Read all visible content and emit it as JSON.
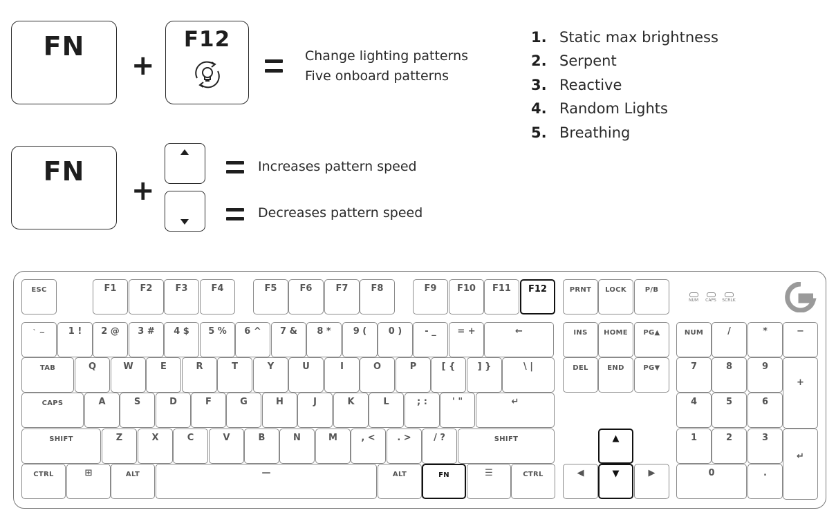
{
  "combo1": {
    "fn_label": "FN",
    "f12_label": "F12",
    "plus": "+",
    "icon": "bulb-cycle-icon",
    "desc_line1": "Change lighting patterns",
    "desc_line2": "Five onboard patterns"
  },
  "combo2": {
    "fn_label": "FN",
    "plus": "+",
    "up_desc": "Increases pattern speed",
    "down_desc": "Decreases pattern speed",
    "up_icon": "arrow-up-icon",
    "down_icon": "arrow-down-icon"
  },
  "patterns": [
    {
      "num": "1.",
      "label": "Static max brightness"
    },
    {
      "num": "2.",
      "label": "Serpent"
    },
    {
      "num": "3.",
      "label": "Reactive"
    },
    {
      "num": "4.",
      "label": "Random Lights"
    },
    {
      "num": "5.",
      "label": "Breathing"
    }
  ],
  "keyboard": {
    "logo": "logitech-g-logo",
    "highlight_color": "#111111",
    "indicators": [
      "NUM",
      "CAPS",
      "SCRLK"
    ],
    "keys": {
      "esc": "ESC",
      "f1": "F1",
      "f2": "F2",
      "f3": "F3",
      "f4": "F4",
      "f5": "F5",
      "f6": "F6",
      "f7": "F7",
      "f8": "F8",
      "f9": "F9",
      "f10": "F10",
      "f11": "F11",
      "f12": "F12",
      "prnt": "PRNT",
      "lock": "LOCK",
      "pb": "P/B",
      "tilde": "` ~",
      "n1": "1 !",
      "n2": "2 @",
      "n3": "3 #",
      "n4": "4 $",
      "n5": "5 %",
      "n6": "6 ^",
      "n7": "7 &",
      "n8": "8 *",
      "n9": "9 (",
      "n0": "0 )",
      "minus": "- _",
      "equal": "= +",
      "backspace": "←",
      "ins": "INS",
      "home": "HOME",
      "pgup": "PG▲",
      "numlock": "NUM",
      "kp_slash": "/",
      "kp_star": "*",
      "kp_minus": "−",
      "tab": "TAB",
      "q": "Q",
      "w": "W",
      "e": "E",
      "r": "R",
      "t": "T",
      "y": "Y",
      "u": "U",
      "i": "I",
      "o": "O",
      "p": "P",
      "lbracket": "[ {",
      "rbracket": "] }",
      "backslash": "\\ |",
      "del": "DEL",
      "end": "END",
      "pgdn": "PG▼",
      "kp7": "7",
      "kp8": "8",
      "kp9": "9",
      "kp_plus": "+",
      "caps": "CAPS",
      "a": "A",
      "s": "S",
      "d": "D",
      "f": "F",
      "g": "G",
      "h": "H",
      "j": "J",
      "k": "K",
      "l": "L",
      "semicolon": "; :",
      "quote": "' \"",
      "enter": "↵",
      "kp4": "4",
      "kp5": "5",
      "kp6": "6",
      "lshift": "SHIFT",
      "z": "Z",
      "x": "X",
      "c": "C",
      "v": "V",
      "b": "B",
      "n": "N",
      "m": "M",
      "comma": ", <",
      "period": ". >",
      "slash": "/ ?",
      "rshift": "SHIFT",
      "up": "▲",
      "kp1": "1",
      "kp2": "2",
      "kp3": "3",
      "kp_enter": "↵",
      "lctrl": "CTRL",
      "win": "⊞",
      "lalt": "ALT",
      "space": "—",
      "ralt": "ALT",
      "fn": "FN",
      "menu": "☰",
      "rctrl": "CTRL",
      "left": "◀",
      "down": "▼",
      "right": "▶",
      "kp0": "0",
      "kp_dot": "."
    }
  }
}
